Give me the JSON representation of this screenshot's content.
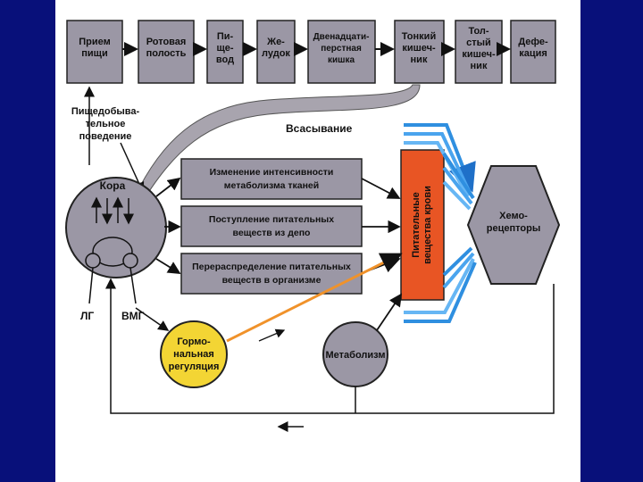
{
  "top_chain": [
    {
      "lines": [
        "Прием",
        "пищи"
      ]
    },
    {
      "lines": [
        "Ротовая",
        "полость"
      ]
    },
    {
      "lines": [
        "Пи-",
        "ще-",
        "вод"
      ]
    },
    {
      "lines": [
        "Же-",
        "лудок"
      ]
    },
    {
      "lines": [
        "Двенадцати-",
        "перстная",
        "кишка"
      ]
    },
    {
      "lines": [
        "Тонкий",
        "кишеч-",
        "ник"
      ]
    },
    {
      "lines": [
        "Тол-",
        "стый",
        "кишеч-",
        "ник"
      ]
    },
    {
      "lines": [
        "Дефе-",
        "кация"
      ]
    }
  ],
  "labels": {
    "feeding_behavior": [
      "Пищедобыва-",
      "тельное",
      "поведение"
    ],
    "absorption": "Всасывание",
    "cortex": "Кора",
    "lg": "ЛГ",
    "vmg": "ВМГ",
    "hormonal": [
      "Гормо-",
      "нальная",
      "регуляция"
    ],
    "metabolism": "Метаболизм",
    "blood_nutrients": [
      "Питательные",
      "вещества крови"
    ],
    "chemoreceptors": [
      "Хемо-",
      "рецепторы"
    ]
  },
  "middle_boxes": [
    {
      "lines": [
        "Изменение интенсивности",
        "метаболизма тканей"
      ]
    },
    {
      "lines": [
        "Поступление питательных",
        "веществ  из депо"
      ]
    },
    {
      "lines": [
        "Перераспределение питательных",
        "веществ в организме"
      ]
    }
  ],
  "colors": {
    "background_side": "#08107a",
    "box_fill": "#9b97a5",
    "hormonal_fill": "#f3d534",
    "blood_fill": "#e85524",
    "flow_blue": "#2f8fe0"
  }
}
